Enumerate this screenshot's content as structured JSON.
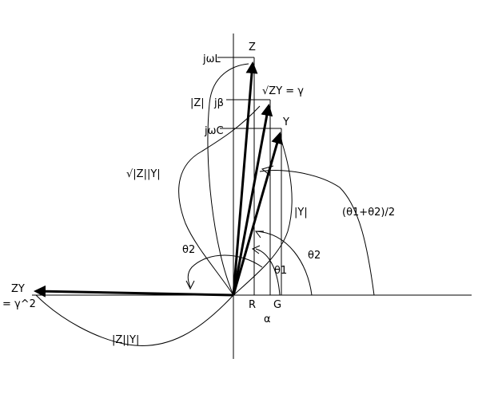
{
  "labels": {
    "z": "Z",
    "y": "Y",
    "jwl": "jωL",
    "jbeta": "jβ",
    "jwc": "jωC",
    "abs_z": "|Z|",
    "sqrt_zy_gamma": "√ZY = γ",
    "sqrt_abs_zy": "√|Z||Y|",
    "abs_y": "|Y|",
    "half_theta_sum": "(θ1+θ2)/2",
    "theta2_left": "θ2",
    "theta2_right": "θ2",
    "theta1": "θ1",
    "zy": "ZY",
    "gamma_sq": "= γ^2",
    "r": "R",
    "g": "G",
    "alpha": "α",
    "abs_z_abs_y": "|Z||Y|"
  }
}
